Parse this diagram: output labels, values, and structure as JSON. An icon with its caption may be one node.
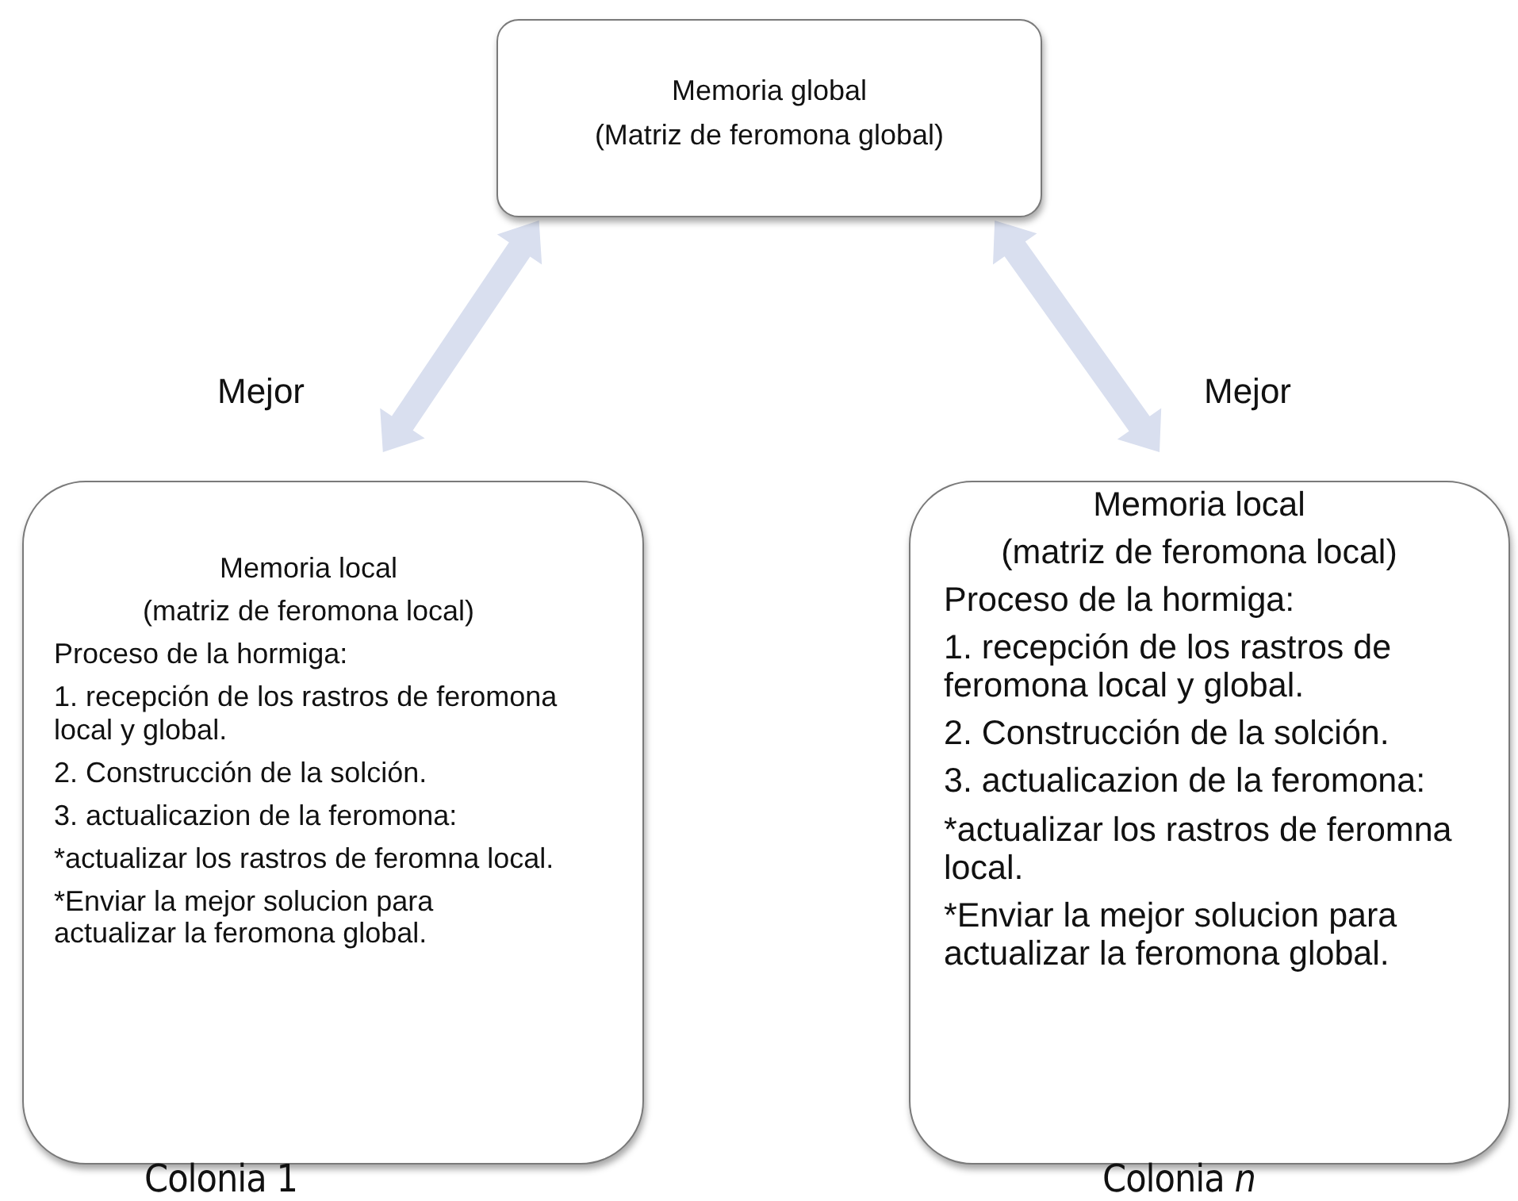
{
  "diagram": {
    "nodes": [
      {
        "text": [
          "Memoria global",
          "(Matriz de feromona global)"
        ]
      },
      {
        "text": [
          "Memoria local",
          "(matriz de feromona local)",
          "Proceso de la hormiga:",
          "1. recepción de los rastros de feromona local y global.",
          "2. Construcción de la solción.",
          "3. actualicazion de la feromona:",
          "*actualizar los rastros de feromna local.",
          "*Enviar la mejor solucion para actualizar la feromona global."
        ],
        "beside": [
          "Colonia 1"
        ]
      },
      {
        "text": [
          "Memoria local",
          "(matriz de feromona local)",
          "Proceso de la hormiga:",
          "1. recepción de los rastros de feromona local y global.",
          "2. Construcción de la solción.",
          "3. actualicazion de la feromona:",
          "*actualizar los rastros de feromna local.",
          "*Enviar la mejor solucion para actualizar la feromona global."
        ],
        "beside": [
          "Colonia *n*"
        ]
      }
    ],
    "edges": [
      {
        "from": 0,
        "to": 1,
        "arrow": "both",
        "label": "Mejor",
        "style": "thick",
        "color": "#d9dfef"
      },
      {
        "from": 0,
        "to": 2,
        "arrow": "both",
        "label": "Mejor",
        "style": "thick",
        "color": "#d9dfef"
      }
    ]
  }
}
